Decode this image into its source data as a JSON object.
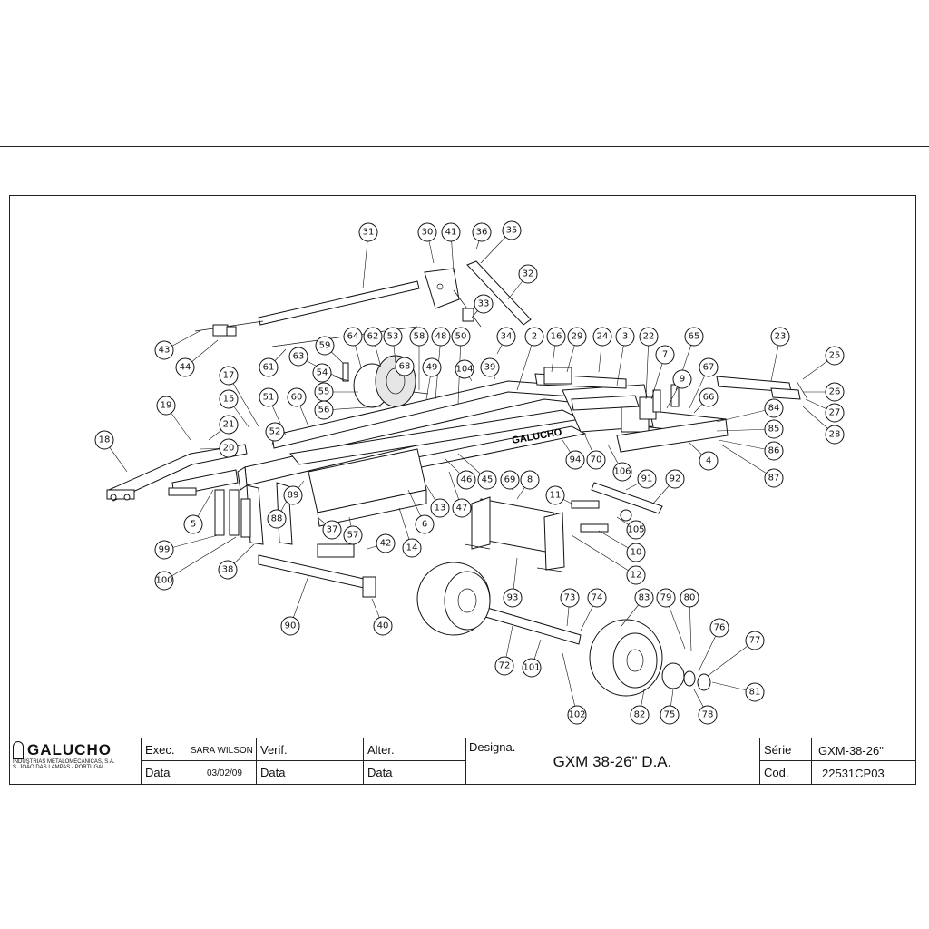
{
  "drawing": {
    "brand_on_frame": "GALUCHO",
    "part_numbers": [
      {
        "n": "31"
      },
      {
        "n": "30"
      },
      {
        "n": "41"
      },
      {
        "n": "36"
      },
      {
        "n": "35"
      },
      {
        "n": "32"
      },
      {
        "n": "33"
      },
      {
        "n": "43"
      },
      {
        "n": "44"
      },
      {
        "n": "61"
      },
      {
        "n": "63"
      },
      {
        "n": "64"
      },
      {
        "n": "62"
      },
      {
        "n": "53"
      },
      {
        "n": "58"
      },
      {
        "n": "48"
      },
      {
        "n": "50"
      },
      {
        "n": "34"
      },
      {
        "n": "2"
      },
      {
        "n": "16"
      },
      {
        "n": "29"
      },
      {
        "n": "24"
      },
      {
        "n": "3"
      },
      {
        "n": "22"
      },
      {
        "n": "65"
      },
      {
        "n": "23"
      },
      {
        "n": "25"
      },
      {
        "n": "59"
      },
      {
        "n": "54"
      },
      {
        "n": "68"
      },
      {
        "n": "49"
      },
      {
        "n": "104"
      },
      {
        "n": "39"
      },
      {
        "n": "7"
      },
      {
        "n": "67"
      },
      {
        "n": "26"
      },
      {
        "n": "27"
      },
      {
        "n": "28"
      },
      {
        "n": "55"
      },
      {
        "n": "56"
      },
      {
        "n": "17"
      },
      {
        "n": "51"
      },
      {
        "n": "60"
      },
      {
        "n": "15"
      },
      {
        "n": "9"
      },
      {
        "n": "66"
      },
      {
        "n": "84"
      },
      {
        "n": "85"
      },
      {
        "n": "86"
      },
      {
        "n": "87"
      },
      {
        "n": "19"
      },
      {
        "n": "21"
      },
      {
        "n": "52"
      },
      {
        "n": "20"
      },
      {
        "n": "18"
      },
      {
        "n": "94"
      },
      {
        "n": "70"
      },
      {
        "n": "106"
      },
      {
        "n": "4"
      },
      {
        "n": "46"
      },
      {
        "n": "45"
      },
      {
        "n": "69"
      },
      {
        "n": "8"
      },
      {
        "n": "91"
      },
      {
        "n": "92"
      },
      {
        "n": "89"
      },
      {
        "n": "13"
      },
      {
        "n": "47"
      },
      {
        "n": "6"
      },
      {
        "n": "11"
      },
      {
        "n": "5"
      },
      {
        "n": "88"
      },
      {
        "n": "37"
      },
      {
        "n": "57"
      },
      {
        "n": "14"
      },
      {
        "n": "42"
      },
      {
        "n": "105"
      },
      {
        "n": "10"
      },
      {
        "n": "99"
      },
      {
        "n": "38"
      },
      {
        "n": "100"
      },
      {
        "n": "12"
      },
      {
        "n": "93"
      },
      {
        "n": "73"
      },
      {
        "n": "74"
      },
      {
        "n": "83"
      },
      {
        "n": "79"
      },
      {
        "n": "80"
      },
      {
        "n": "90"
      },
      {
        "n": "40"
      },
      {
        "n": "76"
      },
      {
        "n": "77"
      },
      {
        "n": "72"
      },
      {
        "n": "101"
      },
      {
        "n": "81"
      },
      {
        "n": "82"
      },
      {
        "n": "75"
      },
      {
        "n": "78"
      },
      {
        "n": "102"
      }
    ]
  },
  "title_block": {
    "company": "GALUCHO",
    "company_line1": "INDÚSTRIAS METALOMECÂNICAS, S.A.",
    "company_line2": "S. JOÃO DAS LAMPAS - PORTUGAL",
    "exec_label": "Exec.",
    "exec_value": "SARA WILSON",
    "date_label": "Data",
    "date_value": "03/02/09",
    "verif_label": "Verif.",
    "verif_date_label": "Data",
    "alter_label": "Alter.",
    "alter_date_label": "Data",
    "designation_label": "Designa.",
    "designation_value": "GXM 38-26\" D.A.",
    "serie_label": "Série",
    "serie_value": "GXM-38-26\"",
    "code_label": "Cod.",
    "code_value": "22531CP03"
  }
}
